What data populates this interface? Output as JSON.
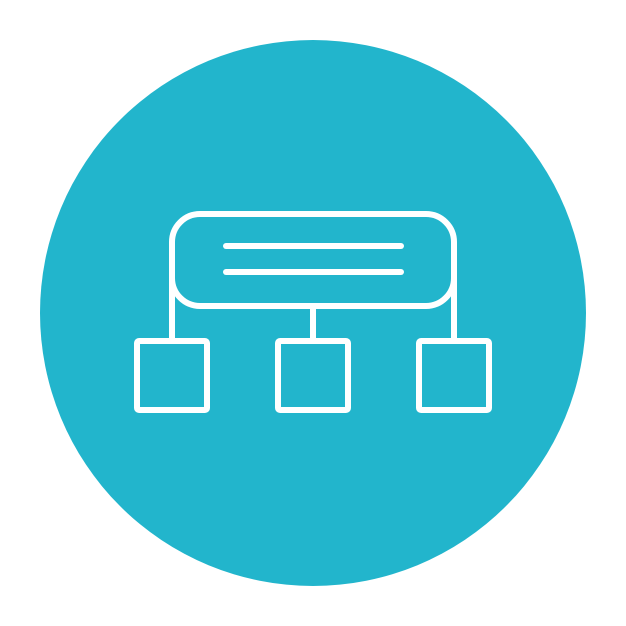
{
  "icon": {
    "name": "sitemap-icon",
    "background_shape": "circle",
    "background_color": "#22B5CC",
    "line_color": "#FFFFFF",
    "nodes": {
      "root": "header-block",
      "children": [
        "child-node-left",
        "child-node-center",
        "child-node-right"
      ]
    }
  }
}
